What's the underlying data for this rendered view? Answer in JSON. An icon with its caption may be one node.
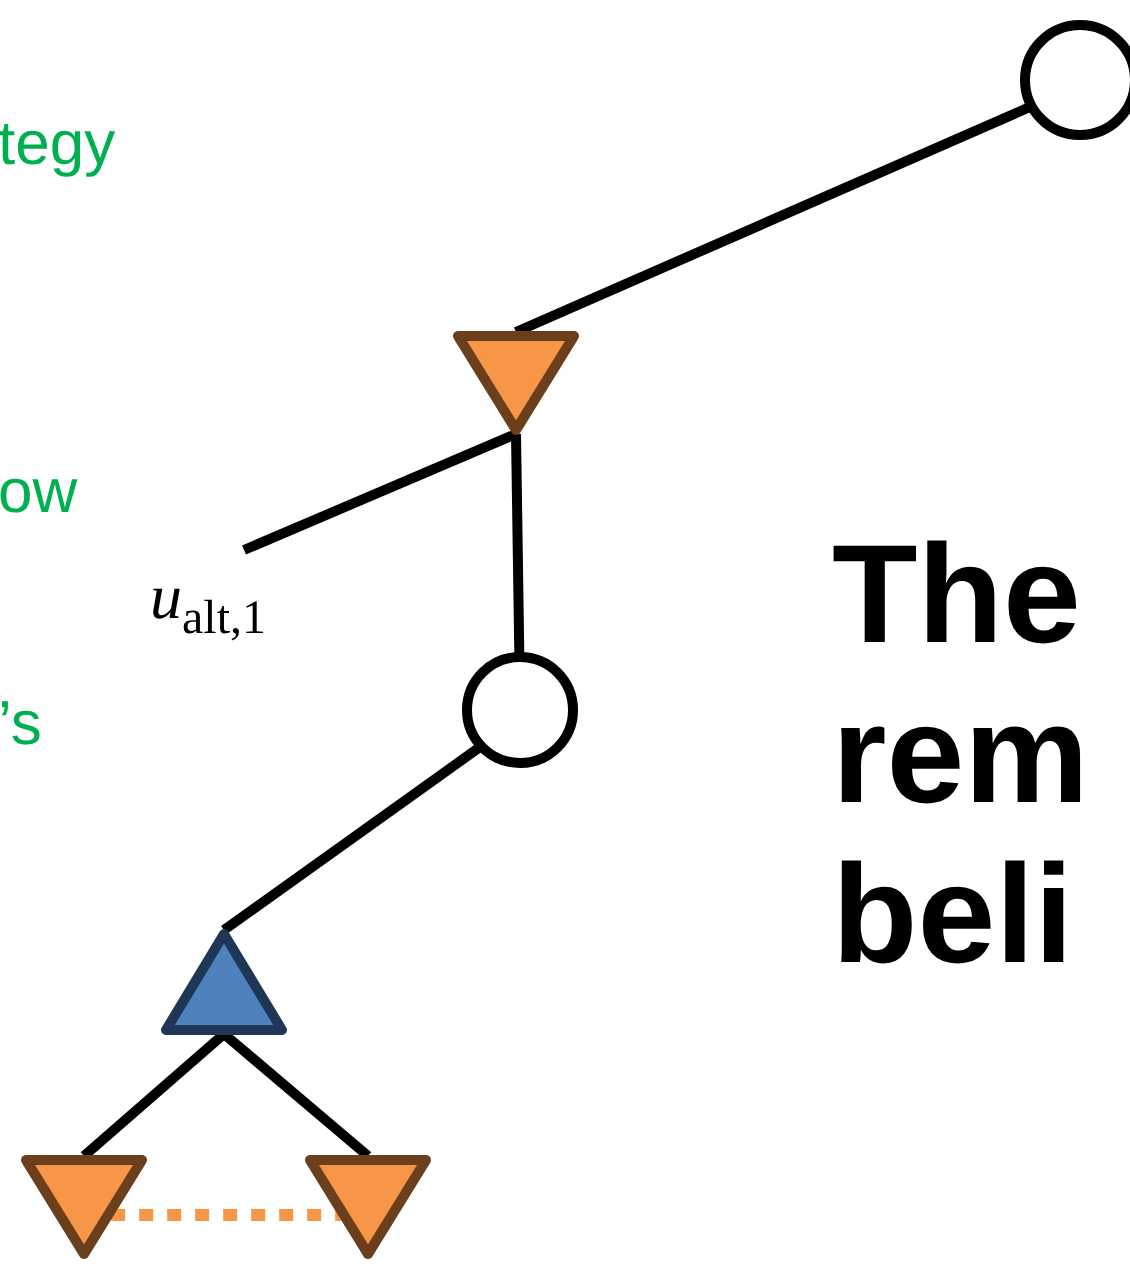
{
  "diagram": {
    "nodes": [
      {
        "text": [],
        "shape": "circle"
      },
      {
        "text": [],
        "shape": "triangle"
      },
      {
        "text": [],
        "shape": "circle"
      },
      {
        "text": [],
        "shape": "triangle"
      },
      {
        "text": [],
        "shape": "triangle"
      },
      {
        "text": [],
        "shape": "triangle"
      }
    ],
    "edges": [
      {
        "from": 0,
        "to": 1,
        "arrow": "none"
      },
      {
        "from": 1,
        "to": null,
        "arrow": "none"
      },
      {
        "from": 1,
        "to": 2,
        "arrow": "none"
      },
      {
        "from": 2,
        "to": 3,
        "arrow": "none"
      },
      {
        "from": 3,
        "to": 4,
        "arrow": "none"
      },
      {
        "from": 3,
        "to": 5,
        "arrow": "none"
      },
      {
        "from": 4,
        "to": 5,
        "arrow": "none",
        "style": "dashed",
        "color": "#f79646"
      }
    ],
    "labels": [
      "tegy",
      "ow",
      "*u*$_{alt,1}$",
      "’s",
      "The",
      "rem",
      "beli"
    ]
  }
}
